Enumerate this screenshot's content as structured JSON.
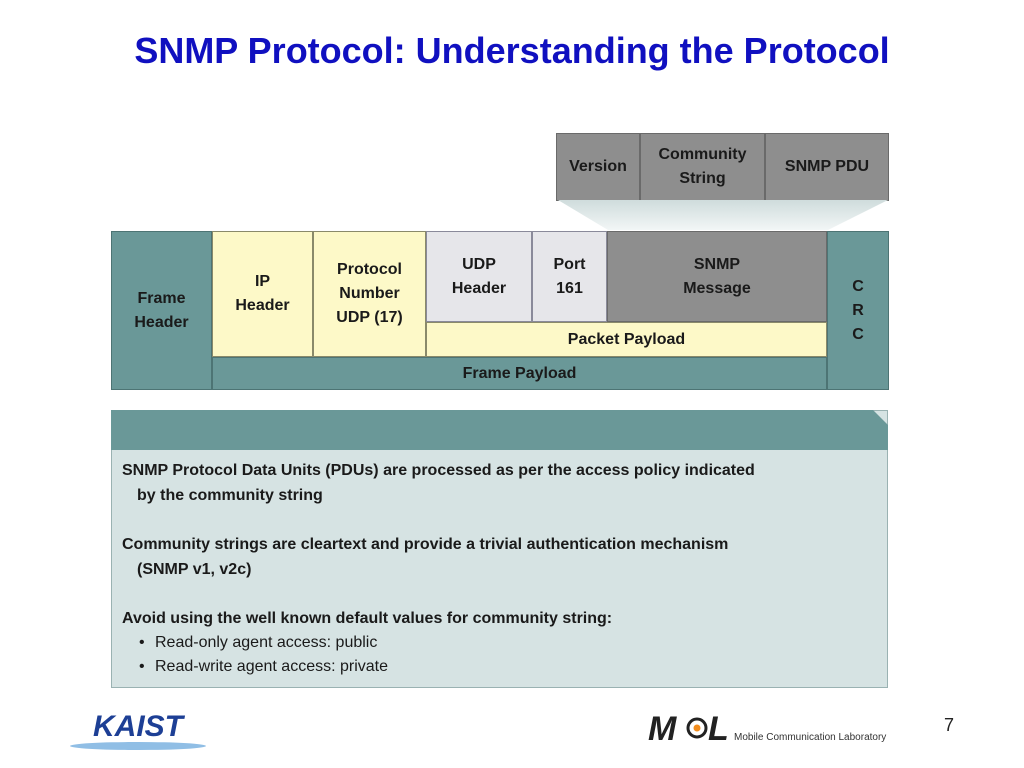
{
  "title": "SNMP Protocol: Understanding the Protocol",
  "pdu_row": {
    "version": "Version",
    "community_string": "Community\nString",
    "snmp_pdu": "SNMP PDU"
  },
  "frame": {
    "frame_header": "Frame\nHeader",
    "ip_header": "IP\nHeader",
    "protocol_number": "Protocol\nNumber\nUDP (17)",
    "udp_header": "UDP\nHeader",
    "port": "Port\n161",
    "snmp_message": "SNMP\nMessage",
    "crc": "C\nR\nC",
    "packet_payload": "Packet Payload",
    "frame_payload": "Frame Payload"
  },
  "notes": {
    "para1_line1": "SNMP Protocol Data Units (PDUs) are processed as per the access policy indicated",
    "para1_line2": "by the community string",
    "para2_line1": "Community strings are cleartext and provide a trivial authentication mechanism",
    "para2_line2": "(SNMP v1, v2c)",
    "para3": "Avoid using the well known default values for community string:",
    "bullets": [
      "Read-only agent access: public",
      "Read-write agent access: private"
    ]
  },
  "footer": {
    "kaist_logo": "KAIST",
    "mcl_logo": "MCL",
    "mcl_caption": "Mobile Communication Laboratory",
    "page_number": "7"
  },
  "colors": {
    "title": "#1010c0",
    "teal": "#6a9898",
    "yellow": "#fdf9c8",
    "gray": "#8e8e8e",
    "panel": "#d6e3e3"
  }
}
